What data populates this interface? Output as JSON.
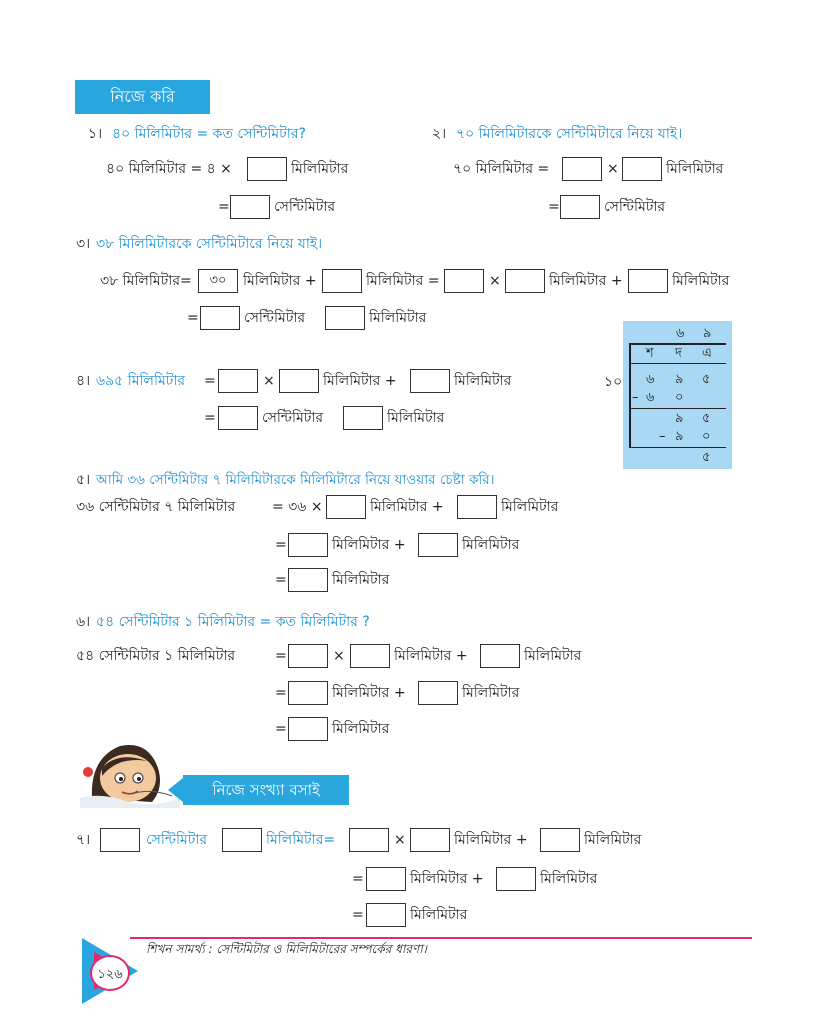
{
  "banner_top": "নিজে করি",
  "q1": {
    "title_num": "১।",
    "title": "৪০ মিলিমিটার = কত সেন্টিমিটার?",
    "line1_left": "৪০ মিলিমিটার = ৪ ×",
    "unit_mm": "মিলিমিটার",
    "eq": "=",
    "unit_cm": "সেন্টিমিটার"
  },
  "q2": {
    "title_num": "২।",
    "title": "৭০ মিলিমিটারকে সেন্টিমিটারে নিয়ে যাই।",
    "line1_left": "৭০ মিলিমিটার =",
    "times": "×",
    "unit_mm": "মিলিমিটার",
    "eq": "=",
    "unit_cm": "সেন্টিমিটার"
  },
  "q3": {
    "title_num": "৩।",
    "title": "৩৮ মিলিমিটারকে সেন্টিমিটারে নিয়ে যাই।",
    "left": "৩৮ মিলিমিটার=",
    "prefilled": "৩০",
    "mm_plus": "মিলিমিটার +",
    "mm_eq": "মিলিমিটার =",
    "times": "×",
    "unit_mm": "মিলিমিটার",
    "eq": "=",
    "unit_cm": "সেন্টিমিটার"
  },
  "q4": {
    "title_num": "৪।",
    "title": "৬৯৫ মিলিমিটার",
    "eq": "=",
    "times": "×",
    "mm_plus": "মিলিমিটার +",
    "unit_mm": "মিলিমিটার",
    "unit_cm": "সেন্টিমিটার"
  },
  "division": {
    "quotient_a": "৬",
    "quotient_b": "৯",
    "headers": [
      "শ",
      "দ",
      "এ"
    ],
    "divisor": "১০",
    "dividend": [
      "৬",
      "৯",
      "৫"
    ],
    "sub1_sign": "–",
    "sub1": [
      "৬",
      "০"
    ],
    "rem1": [
      "৯",
      "৫"
    ],
    "sub2_sign": "–",
    "sub2": [
      "৯",
      "০"
    ],
    "rem2": "৫"
  },
  "q5": {
    "title_num": "৫।",
    "title": "আমি ৩৬ সেন্টিমিটার ৭ মিলিমিটারকে মিলিমিটারে নিয়ে যাওয়ার চেষ্টা করি।",
    "left": "৩৬ সেন্টিমিটার ৭ মিলিমিটার",
    "line1_eq": "= ৩৬ ×",
    "mm_plus": "মিলিমিটার +",
    "unit_mm": "মিলিমিটার",
    "eq": "="
  },
  "q6": {
    "title_num": "৬।",
    "title": "৫৪ সেন্টিমিটার ১ মিলিমিটার = কত মিলিমিটার ?",
    "left": "৫৪ সেন্টিমিটার ১ মিলিমিটার",
    "eq": "=",
    "times": "×",
    "mm_plus": "মিলিমিটার +",
    "unit_mm": "মিলিমিটার"
  },
  "banner_bottom": "নিজে সংখ্যা বসাই",
  "q7": {
    "title_num": "৭।",
    "unit_cm": "সেন্টিমিটার",
    "unit_mm_eq": "মিলিমিটার=",
    "times": "×",
    "mm_plus": "মিলিমিটার +",
    "unit_mm": "মিলিমিটার",
    "eq": "="
  },
  "footer": {
    "text": "শিখন সামর্থ্য : সেন্টিমিটার ও মিলিমিটারের সম্পর্কের ধারণা।",
    "page_number": "১২৬"
  }
}
